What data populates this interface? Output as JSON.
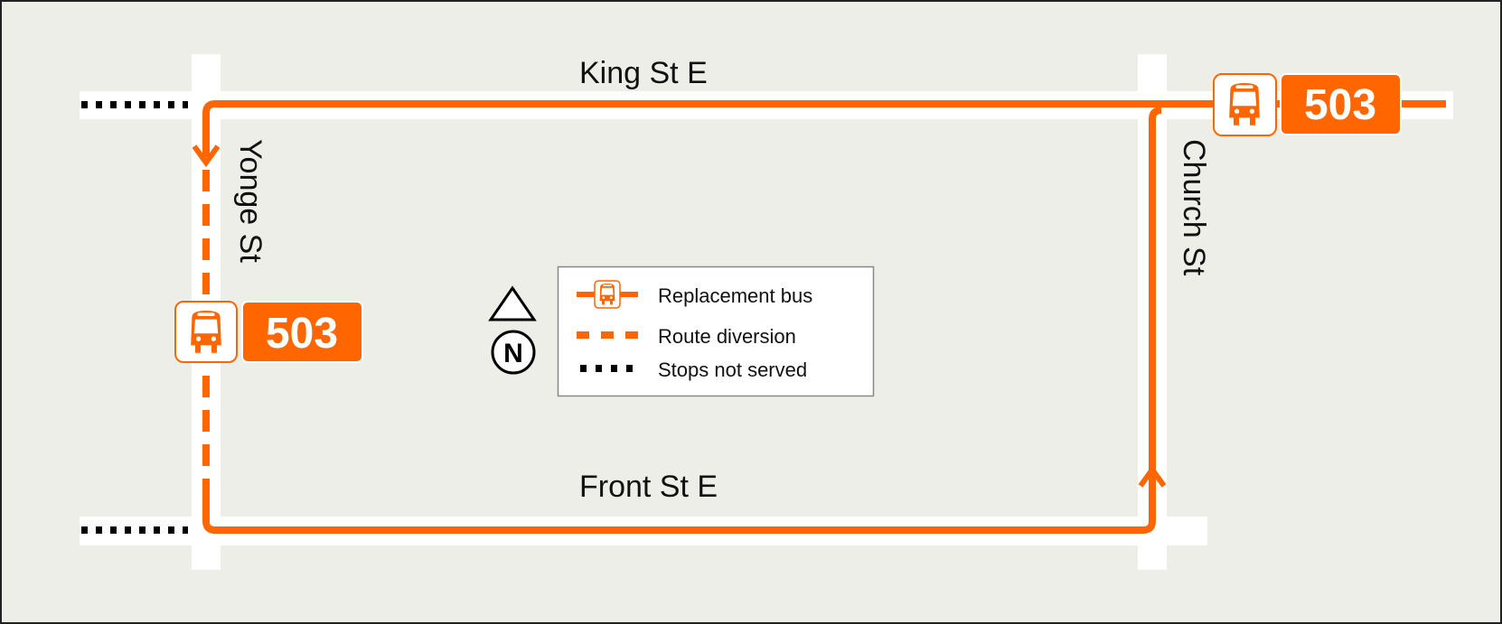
{
  "streets": {
    "king": "King St E",
    "front": "Front St E",
    "yonge": "Yonge St",
    "church": "Church St"
  },
  "route_badges": [
    {
      "route": "503",
      "icon": "bus-icon"
    },
    {
      "route": "503",
      "icon": "bus-icon"
    }
  ],
  "compass": {
    "label": "N",
    "icon": "north-arrow-icon"
  },
  "legend": {
    "items": [
      {
        "label": "Replacement bus",
        "symbol": "solid-orange-line-with-bus-icon"
      },
      {
        "label": "Route diversion",
        "symbol": "dashed-orange-line"
      },
      {
        "label": "Stops not served",
        "symbol": "dotted-black-line"
      }
    ]
  },
  "colors": {
    "route": "#ff6600",
    "background": "#eeeee8",
    "road": "#ffffff",
    "text": "#111111"
  }
}
